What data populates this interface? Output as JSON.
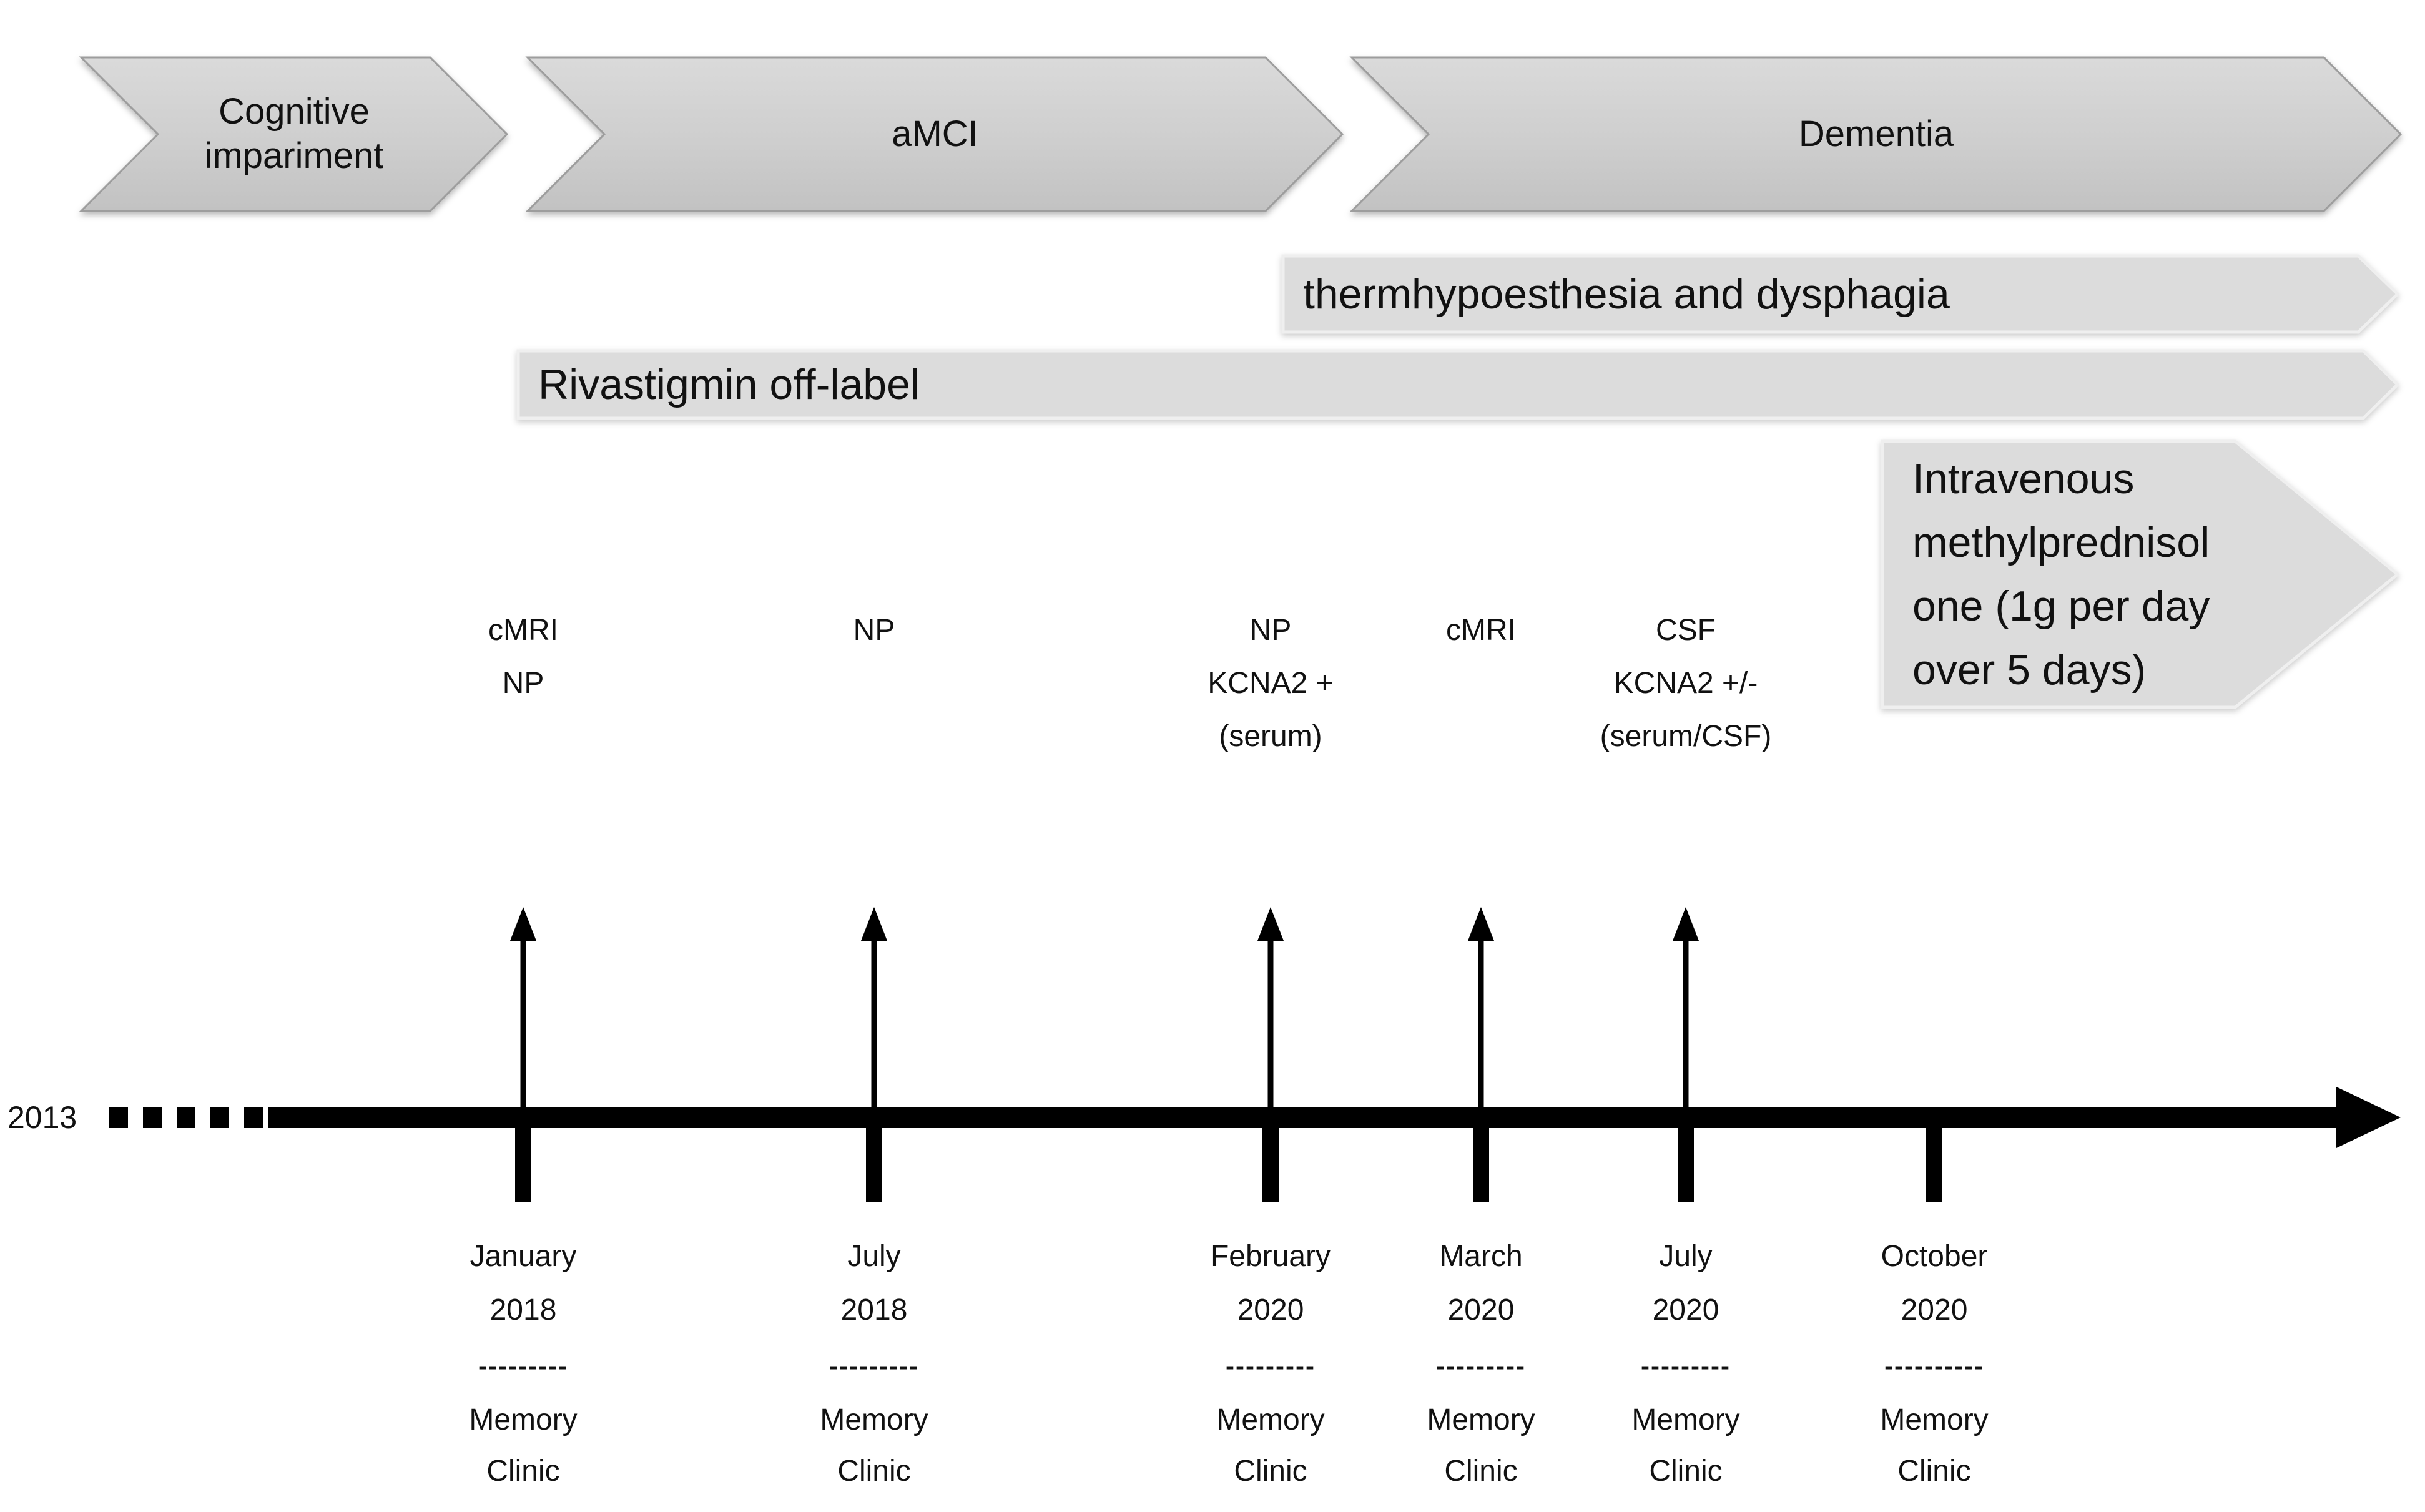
{
  "figure": {
    "title_hint": "clinical course timeline",
    "colors": {
      "stage_fill_top": "#d9d9d9",
      "stage_fill_bottom": "#c3c3c3",
      "stage_border": "#9d9d9d",
      "bar_fill": "#dcdcdc",
      "bar_border": "#efefef",
      "ink": "#111111",
      "timeline": "#000000",
      "background": "#ffffff"
    },
    "stages": [
      {
        "label_lines": [
          "Cognitive",
          "impariment"
        ]
      },
      {
        "label_lines": [
          "aMCI"
        ]
      },
      {
        "label_lines": [
          "Dementia"
        ]
      }
    ],
    "duration_bars": [
      {
        "label": "thermhypoesthesia and dysphagia"
      },
      {
        "label": "Rivastigmin off-label"
      }
    ],
    "treatment_callout": {
      "label_lines": [
        "Intravenous",
        "methylprednisol",
        "one (1g per day",
        "over 5 days)"
      ]
    },
    "timeline": {
      "start_label": "2013",
      "style": "dashed lead-in, thick black axis, right arrowhead"
    },
    "events": [
      {
        "tests_lines": [
          "cMRI",
          "NP"
        ],
        "date_lines": [
          "January",
          "2018"
        ],
        "separator": "---------",
        "venue_lines": [
          "Memory",
          "Clinic"
        ],
        "has_arrow": true
      },
      {
        "tests_lines": [
          "NP"
        ],
        "date_lines": [
          "July",
          "2018"
        ],
        "separator": "---------",
        "venue_lines": [
          "Memory",
          "Clinic"
        ],
        "has_arrow": true
      },
      {
        "tests_lines": [
          "NP",
          "KCNA2 +",
          "(serum)"
        ],
        "date_lines": [
          "February",
          "2020"
        ],
        "separator": "---------",
        "venue_lines": [
          "Memory",
          "Clinic"
        ],
        "has_arrow": true
      },
      {
        "tests_lines": [
          "cMRI"
        ],
        "date_lines": [
          "March",
          "2020"
        ],
        "separator": "---------",
        "venue_lines": [
          "Memory",
          "Clinic"
        ],
        "has_arrow": true
      },
      {
        "tests_lines": [
          "CSF",
          "KCNA2 +/-",
          "(serum/CSF)"
        ],
        "date_lines": [
          "July",
          "2020"
        ],
        "separator": "---------",
        "venue_lines": [
          "Memory",
          "Clinic"
        ],
        "has_arrow": true
      },
      {
        "tests_lines": [],
        "date_lines": [
          "October",
          "2020"
        ],
        "separator": "----------",
        "venue_lines": [
          "Memory",
          "Clinic"
        ],
        "has_arrow": false
      }
    ]
  }
}
